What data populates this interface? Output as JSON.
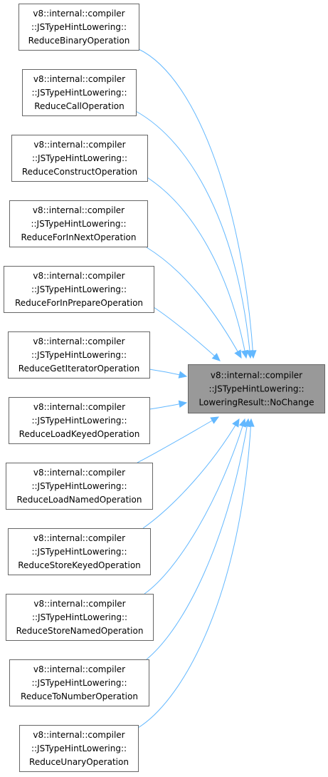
{
  "diagram": {
    "target": {
      "lines": [
        "v8::internal::compiler",
        "::JSTypeHintLowering::",
        "LoweringResult::NoChange"
      ]
    },
    "callers": [
      {
        "lines": [
          "v8::internal::compiler",
          "::JSTypeHintLowering::",
          "ReduceBinaryOperation"
        ]
      },
      {
        "lines": [
          "v8::internal::compiler",
          "::JSTypeHintLowering::",
          "ReduceCallOperation"
        ]
      },
      {
        "lines": [
          "v8::internal::compiler",
          "::JSTypeHintLowering::",
          "ReduceConstructOperation"
        ]
      },
      {
        "lines": [
          "v8::internal::compiler",
          "::JSTypeHintLowering::",
          "ReduceForInNextOperation"
        ]
      },
      {
        "lines": [
          "v8::internal::compiler",
          "::JSTypeHintLowering::",
          "ReduceForInPrepareOperation"
        ]
      },
      {
        "lines": [
          "v8::internal::compiler",
          "::JSTypeHintLowering::",
          "ReduceGetIteratorOperation"
        ]
      },
      {
        "lines": [
          "v8::internal::compiler",
          "::JSTypeHintLowering::",
          "ReduceLoadKeyedOperation"
        ]
      },
      {
        "lines": [
          "v8::internal::compiler",
          "::JSTypeHintLowering::",
          "ReduceLoadNamedOperation"
        ]
      },
      {
        "lines": [
          "v8::internal::compiler",
          "::JSTypeHintLowering::",
          "ReduceStoreKeyedOperation"
        ]
      },
      {
        "lines": [
          "v8::internal::compiler",
          "::JSTypeHintLowering::",
          "ReduceStoreNamedOperation"
        ]
      },
      {
        "lines": [
          "v8::internal::compiler",
          "::JSTypeHintLowering::",
          "ReduceToNumberOperation"
        ]
      },
      {
        "lines": [
          "v8::internal::compiler",
          "::JSTypeHintLowering::",
          "ReduceUnaryOperation"
        ]
      }
    ],
    "colors": {
      "edge": "#63b8ff",
      "target_fill": "#999999",
      "node_fill": "#ffffff",
      "node_border": "#666666"
    }
  }
}
